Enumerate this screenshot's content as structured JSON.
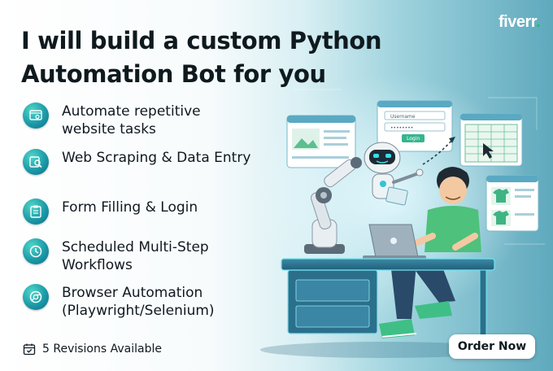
{
  "brand": {
    "name": "fiverr",
    "dot": "."
  },
  "headline": {
    "line1": "I will build a custom Python",
    "line2": "Automation Bot for you"
  },
  "features": [
    {
      "icon": "settings-browser-icon",
      "text": "Automate repetitive website tasks"
    },
    {
      "icon": "search-document-icon",
      "text": "Web Scraping & Data Entry"
    },
    {
      "icon": "clipboard-form-icon",
      "text": "Form Filling & Login"
    },
    {
      "icon": "clock-icon",
      "text": "Scheduled Multi-Step Workflows"
    },
    {
      "icon": "chrome-icon",
      "text": "Browser Automation (Playwright/Selenium)"
    }
  ],
  "revisions": {
    "icon": "calendar-check-icon",
    "text": "5 Revisions Available"
  },
  "order_button": {
    "label": "Order Now"
  },
  "illustration": {
    "login_card": {
      "username_label": "Username",
      "password_mask": "••••••••",
      "button_label": "Login"
    }
  },
  "colors": {
    "accent": "#1b9aa8",
    "brand_dot": "#1dbf73",
    "headline": "#0f1a1f"
  }
}
